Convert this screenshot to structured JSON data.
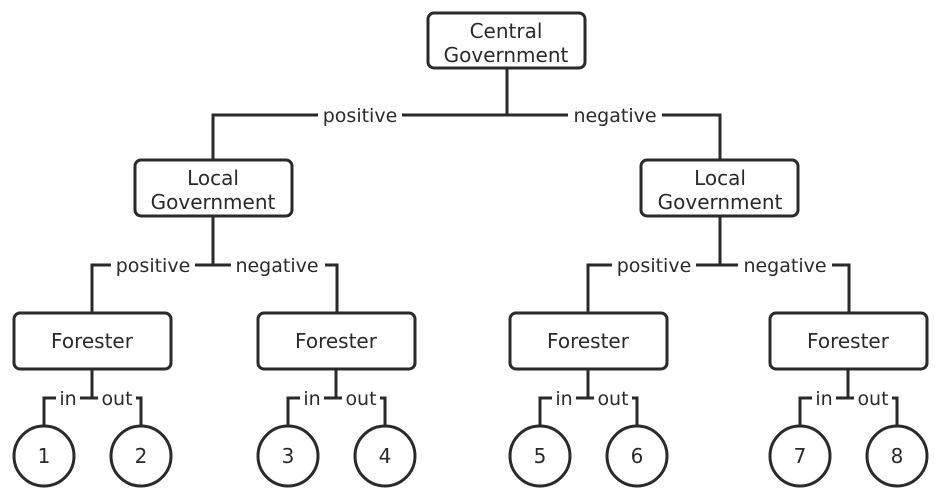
{
  "root": {
    "line1": "Central",
    "line2": "Government"
  },
  "root_edges": {
    "left": "positive",
    "right": "negative"
  },
  "local_left": {
    "line1": "Local",
    "line2": "Government"
  },
  "local_right": {
    "line1": "Local",
    "line2": "Government"
  },
  "local_left_edges": {
    "left": "positive",
    "right": "negative"
  },
  "local_right_edges": {
    "left": "positive",
    "right": "negative"
  },
  "foresters": [
    {
      "label": "Forester",
      "in_label": "in",
      "out_label": "out"
    },
    {
      "label": "Forester",
      "in_label": "in",
      "out_label": "out"
    },
    {
      "label": "Forester",
      "in_label": "in",
      "out_label": "out"
    },
    {
      "label": "Forester",
      "in_label": "in",
      "out_label": "out"
    }
  ],
  "leaves": [
    "1",
    "2",
    "3",
    "4",
    "5",
    "6",
    "7",
    "8"
  ]
}
